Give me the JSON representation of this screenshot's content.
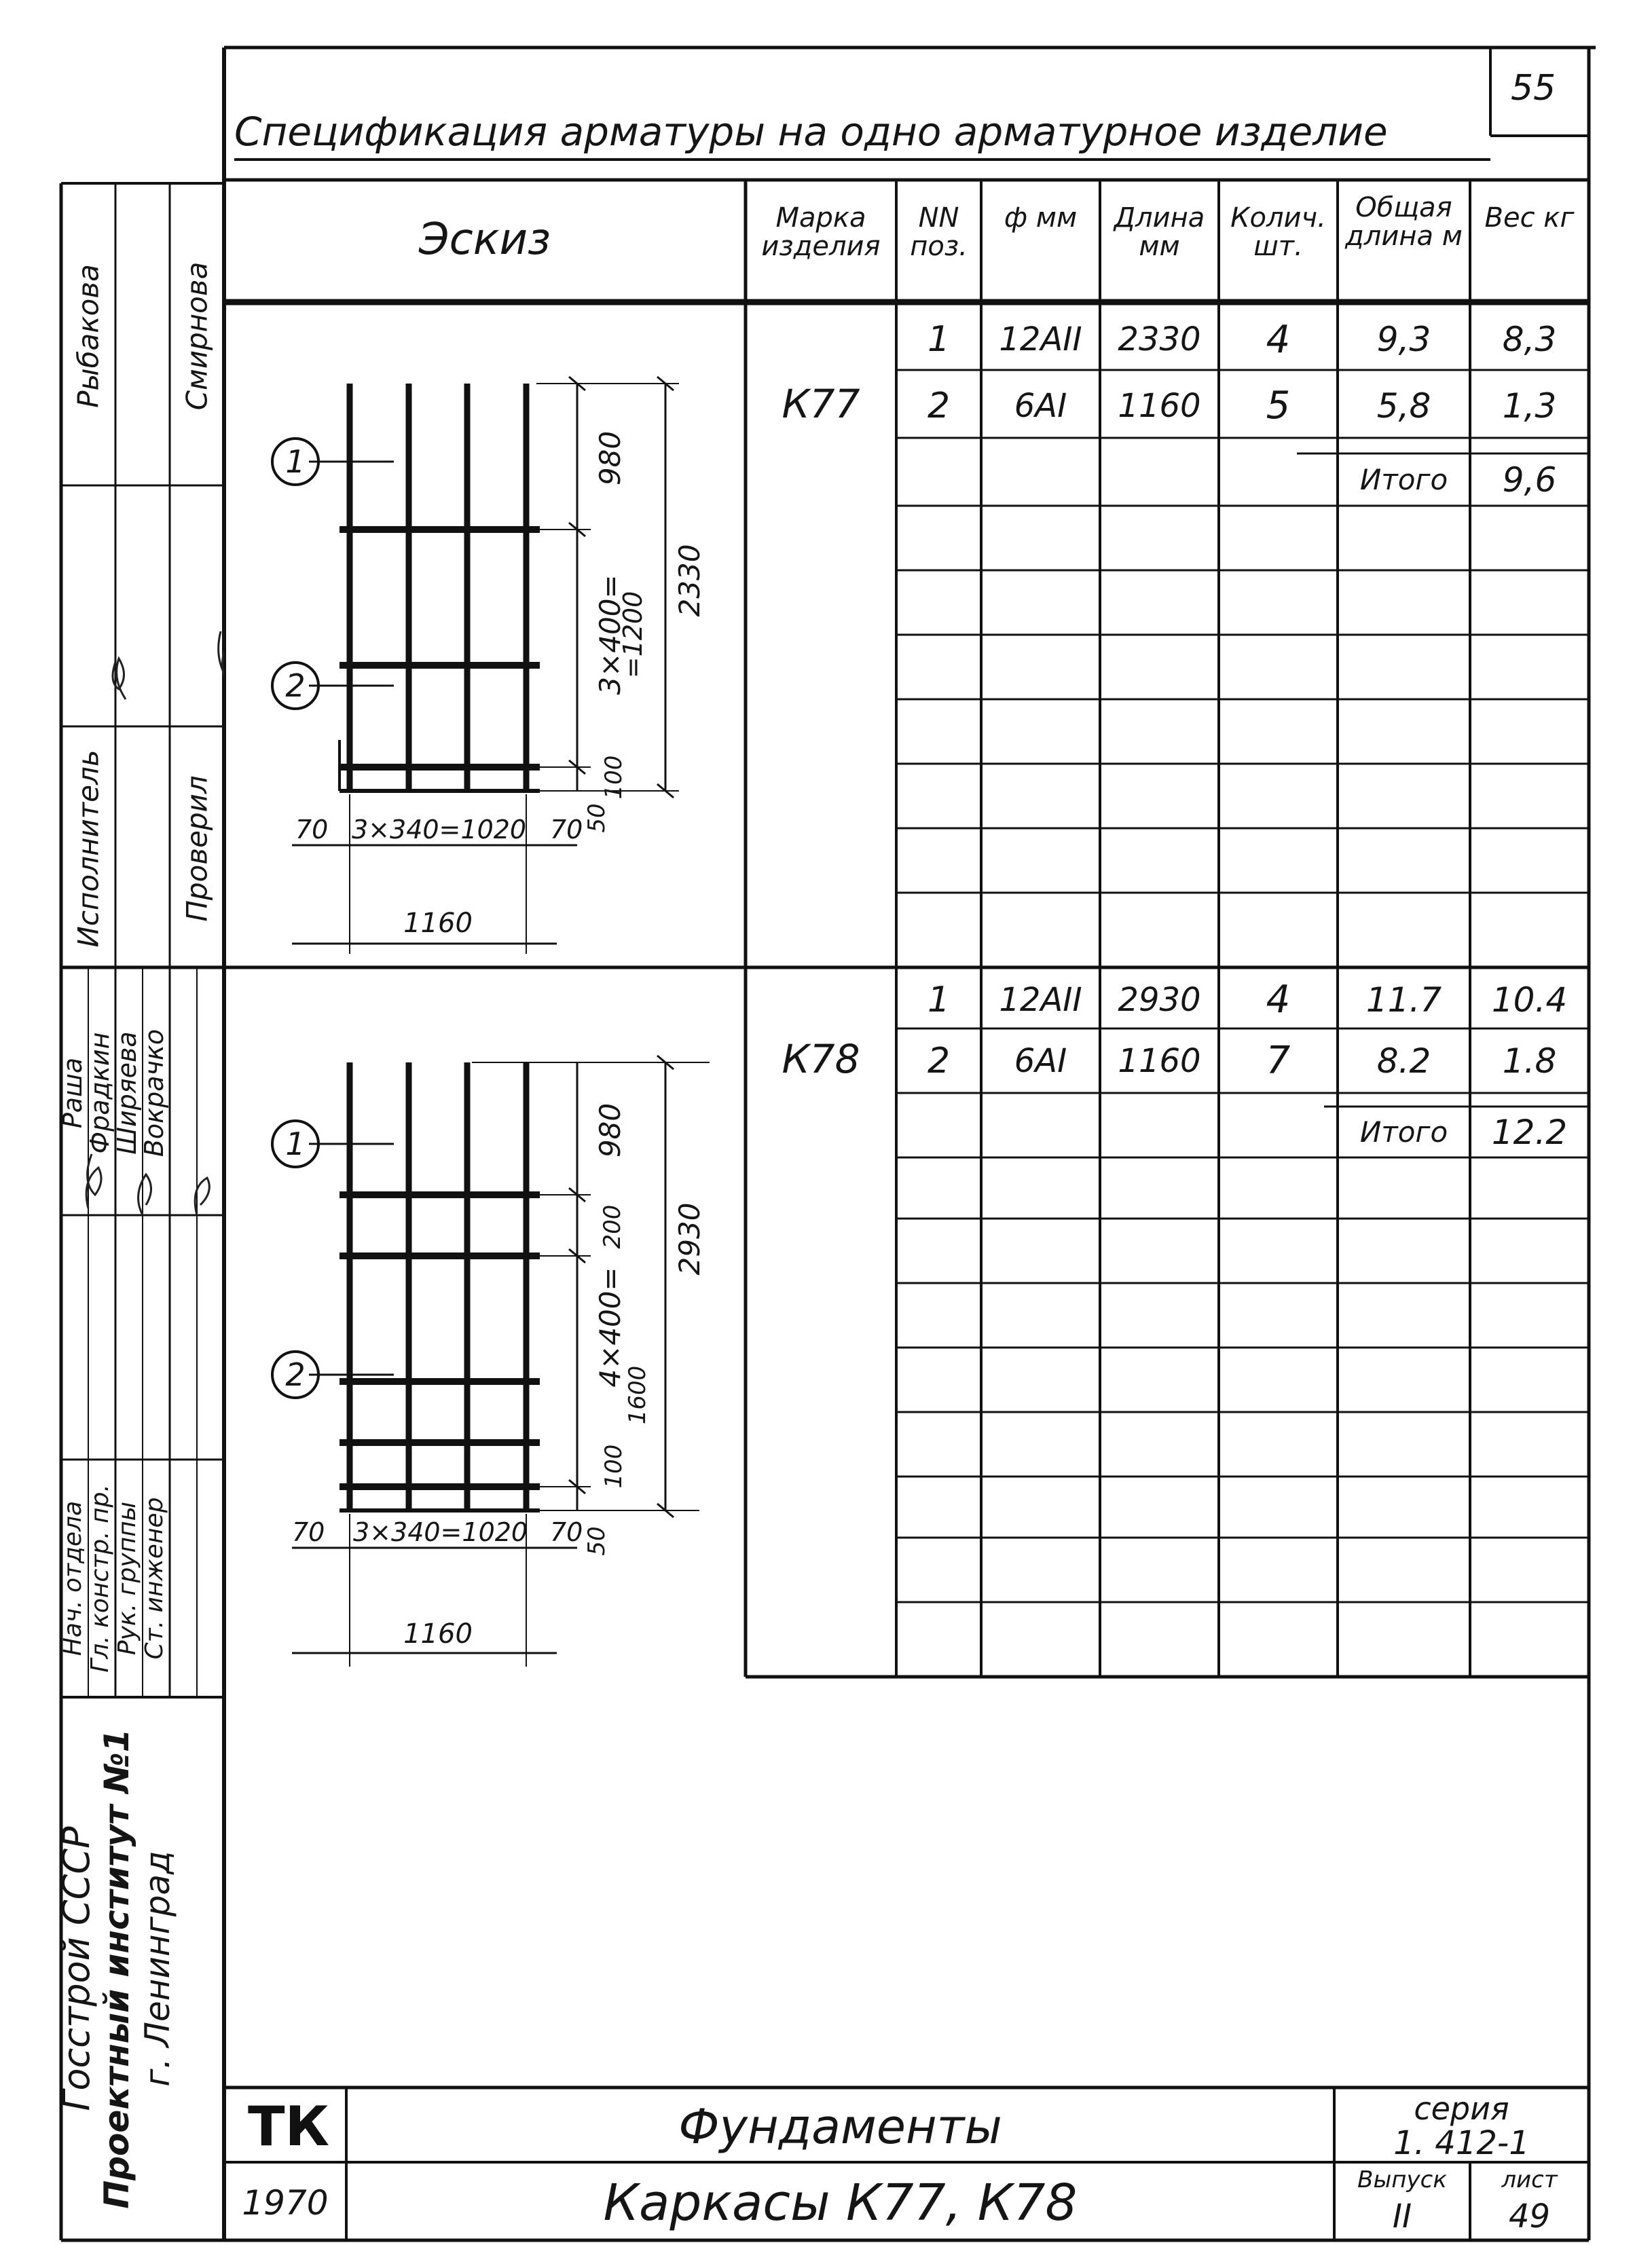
{
  "sheet_no": "55",
  "title": "Спецификация арматуры на одно арматурное изделие",
  "headers": {
    "sketch": "Эскиз",
    "mark": "Марка изделия",
    "pos": "NN поз.",
    "dia": "ф мм",
    "len": "Длина мм",
    "qty": "Колич. шт.",
    "total_len": "Общая длина м",
    "weight": "Вес кг"
  },
  "groups": [
    {
      "mark": "К77",
      "rows": [
        {
          "pos": "1",
          "dia": "12АII",
          "len": "2330",
          "qty": "4",
          "total": "9,3",
          "weight": "8,3"
        },
        {
          "pos": "2",
          "dia": "6АI",
          "len": "1160",
          "qty": "5",
          "total": "5,8",
          "weight": "1,3"
        }
      ],
      "total_label": "Итого",
      "total_weight": "9,6",
      "sketch": {
        "pos1": "1",
        "pos2": "2",
        "dim_top": "980",
        "dim_mid": "3×400=",
        "dim_mid2": "=1200",
        "dim_overall": "2330",
        "dim_100": "100",
        "dim_50": "50",
        "dim_left": "70",
        "dim_span": "3×340=1020",
        "dim_right": "70",
        "dim_width": "1160"
      }
    },
    {
      "mark": "К78",
      "rows": [
        {
          "pos": "1",
          "dia": "12АII",
          "len": "2930",
          "qty": "4",
          "total": "11.7",
          "weight": "10.4"
        },
        {
          "pos": "2",
          "dia": "6АI",
          "len": "1160",
          "qty": "7",
          "total": "8.2",
          "weight": "1.8"
        }
      ],
      "total_label": "Итого",
      "total_weight": "12.2",
      "sketch": {
        "pos1": "1",
        "pos2": "2",
        "dim_top": "980",
        "dim_200": "200",
        "dim_mid": "4×400=",
        "dim_mid2": "1600",
        "dim_overall": "2930",
        "dim_100": "100",
        "dim_50": "50",
        "dim_left": "70",
        "dim_span": "3×340=1020",
        "dim_right": "70",
        "dim_width": "1160"
      }
    }
  ],
  "side_stamp_upper": {
    "col1": [
      "Исполнитель"
    ],
    "col1_sig": "",
    "col2": [
      "Рыбакова",
      "Смирнова"
    ],
    "col3": [
      "Проверил"
    ]
  },
  "side_stamp_lower": {
    "roles": [
      "Нач. отдела",
      "Гл. констр. пр.",
      "Рук. группы",
      "Ст. инженер"
    ],
    "names": [
      "Раша",
      "Фрадкин",
      "Ширяева",
      "Вокрачко"
    ]
  },
  "institute": [
    "Госстрой СССР",
    "Проектный институт №1",
    "г. Ленинград"
  ],
  "title_block": {
    "code": "ТК",
    "year": "1970",
    "subject": "Фундаменты",
    "name": "Каркасы К77, К78",
    "series_label": "серия",
    "series": "1. 412-1",
    "issue_label": "Выпуск",
    "issue": "II",
    "sheet_label": "лист",
    "sheet": "49"
  }
}
